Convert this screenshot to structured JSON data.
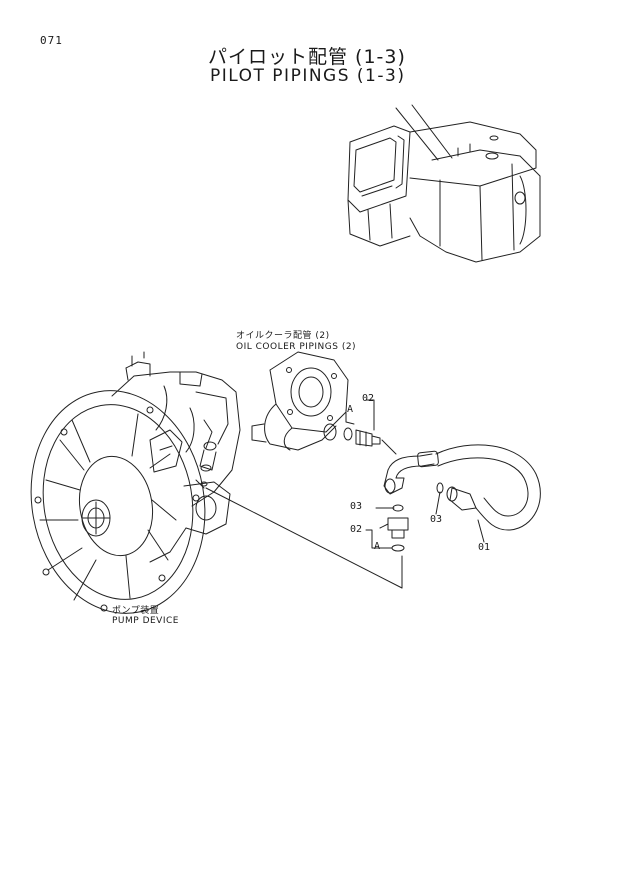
{
  "page": {
    "number": "071",
    "title_jp": "パイロット配管 (1-3)",
    "title_en": "PILOT PIPINGS (1-3)"
  },
  "labels": {
    "oil_cooler_jp": "オイルクーラ配管 (2)",
    "oil_cooler_en": "OIL COOLER PIPINGS (2)",
    "pump_jp": "ポンプ装置",
    "pump_en": "PUMP DEVICE"
  },
  "callouts": {
    "part_02_upper": "02",
    "part_02_lower": "02",
    "part_03_left": "03",
    "part_03_right": "03",
    "part_01": "01",
    "ref_a_upper": "A",
    "ref_a_lower": "A"
  }
}
